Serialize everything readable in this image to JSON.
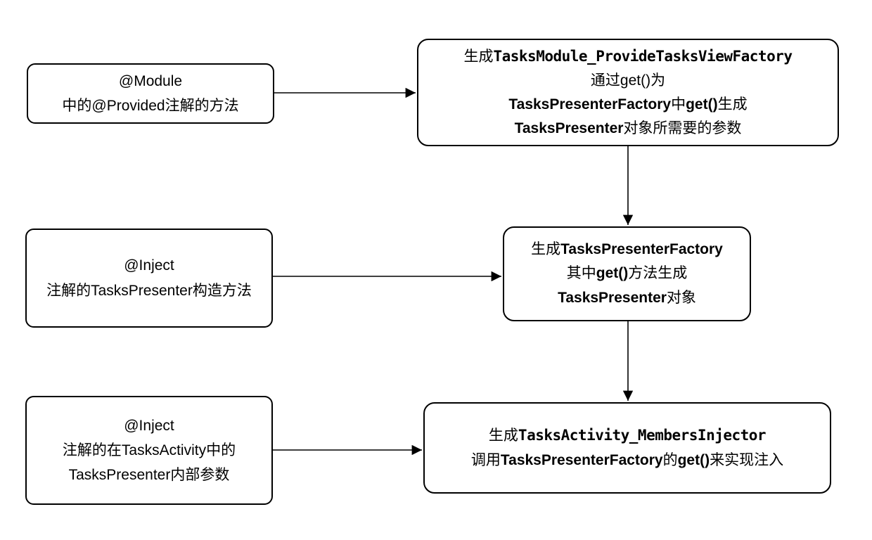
{
  "diagram": {
    "title_hint": "Dagger annotation to generated-class flow",
    "colors": {
      "background": "#ffffff",
      "line": "#000000",
      "text": "#000000",
      "box_fill": "#ffffff",
      "box_border": "#000000"
    },
    "boxes": {
      "module": {
        "line1": "@Module",
        "line2": "中的@Provided注解的方法"
      },
      "inject_constructor": {
        "line1": "@Inject",
        "line2": "注解的TasksPresenter构造方法"
      },
      "inject_field": {
        "line1": "@Inject",
        "line2": "注解的在TasksActivity中的",
        "line3": "TasksPresenter内部参数"
      },
      "factory_provide": {
        "l1a": "生成",
        "l1b": "TasksModule_ProvideTasksViewFactory",
        "l2": "通过get()为",
        "l3a": "TasksPresenterFactory",
        "l3b": "中",
        "l3c": "get()",
        "l3d": "生成",
        "l4a": "TasksPresenter",
        "l4b": "对象所需要的参数"
      },
      "presenter_factory": {
        "l1a": "生成",
        "l1b": "TasksPresenterFactory",
        "l2a": "其中",
        "l2b": "get()",
        "l2c": "方法生成",
        "l3a": "TasksPresenter",
        "l3b": "对象"
      },
      "members_injector": {
        "l1a": "生成",
        "l1b": "TasksActivity_MembersInjector",
        "l2a": "调用",
        "l2b": "TasksPresenterFactory",
        "l2c": "的",
        "l2d": "get()",
        "l2e": "来实现注入"
      }
    },
    "edges": [
      {
        "from": "module",
        "to": "factory_provide",
        "direction": "right"
      },
      {
        "from": "inject_constructor",
        "to": "presenter_factory",
        "direction": "right"
      },
      {
        "from": "inject_field",
        "to": "members_injector",
        "direction": "right"
      },
      {
        "from": "factory_provide",
        "to": "presenter_factory",
        "direction": "down"
      },
      {
        "from": "presenter_factory",
        "to": "members_injector",
        "direction": "down"
      }
    ]
  }
}
